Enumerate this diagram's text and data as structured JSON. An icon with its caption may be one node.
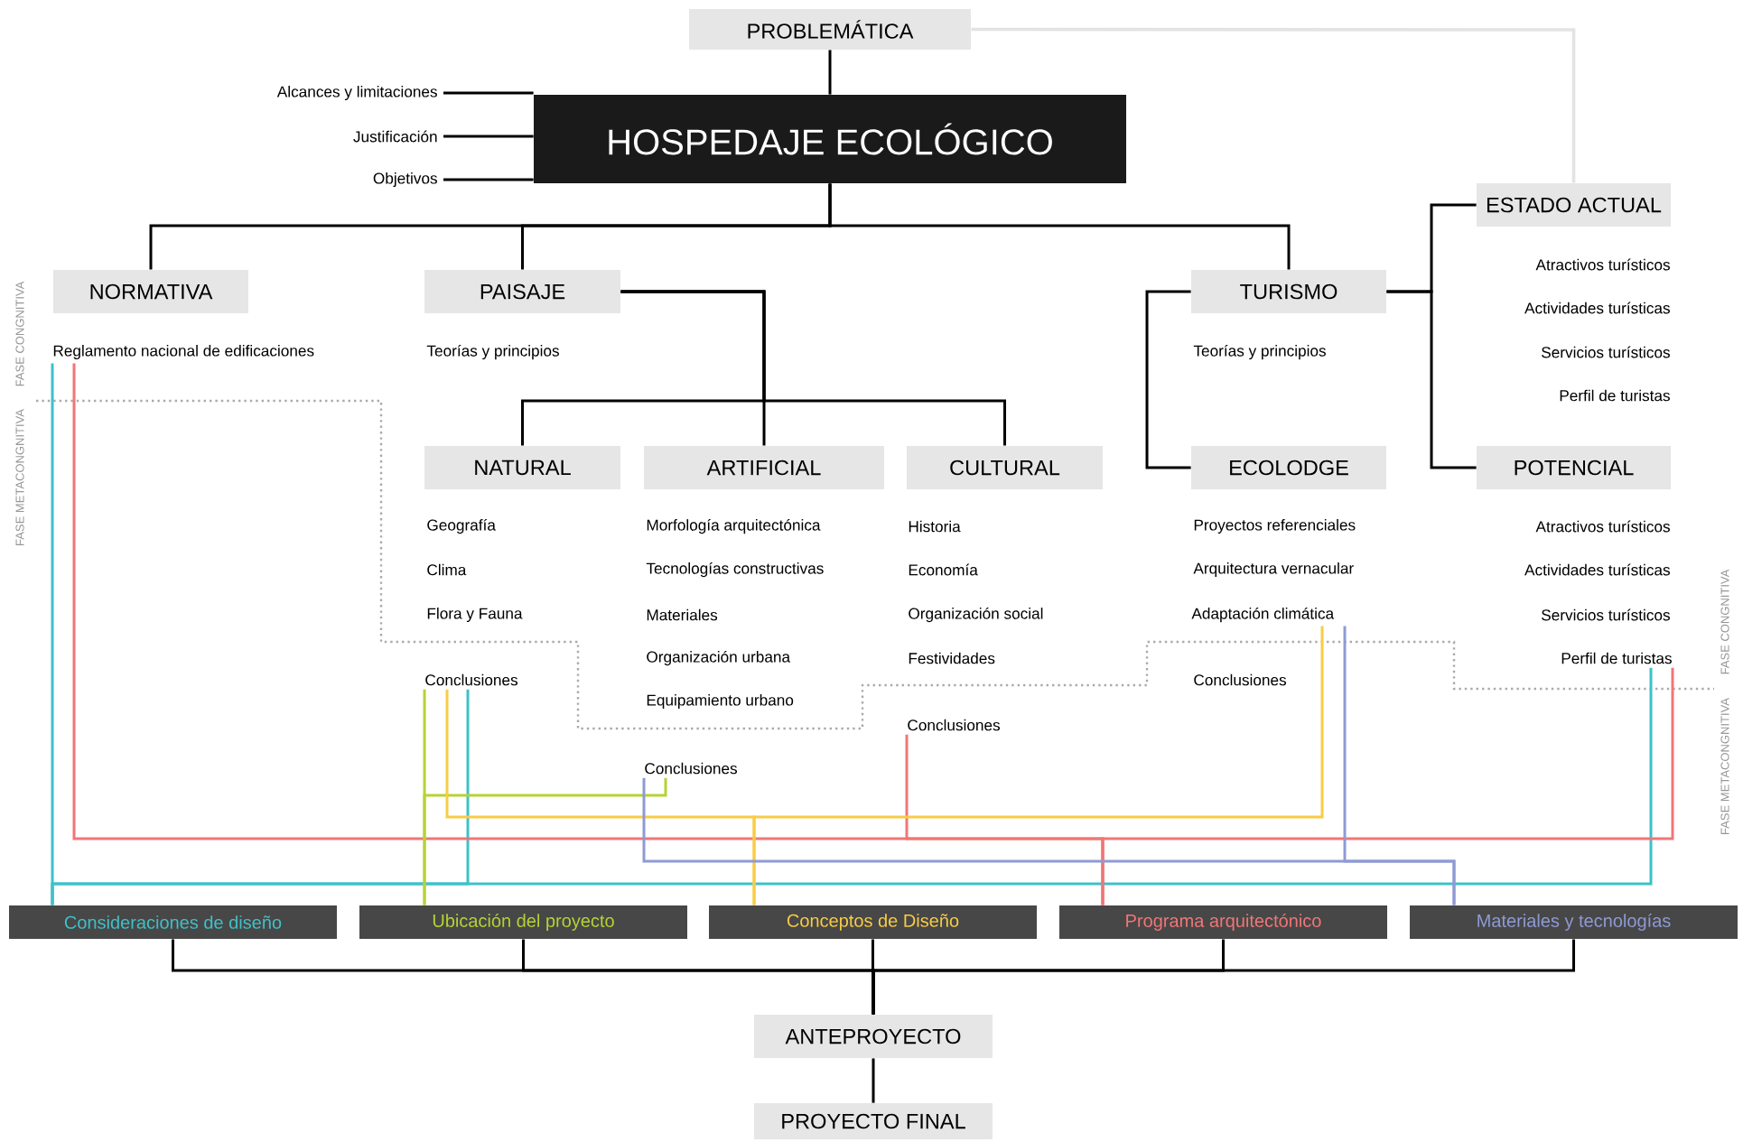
{
  "diagram": {
    "nodes": [
      {
        "text": [
          "PROBLEMÁTICA"
        ]
      },
      {
        "text": [
          "Alcances y limitaciones"
        ]
      },
      {
        "text": [
          "Justificación"
        ]
      },
      {
        "text": [
          "Objetivos"
        ]
      },
      {
        "text": [
          "HOSPEDAJE ECOLÓGICO"
        ]
      },
      {
        "text": [
          "ESTADO ACTUAL"
        ]
      },
      {
        "text": [
          "NORMATIVA"
        ]
      },
      {
        "text": [
          "PAISAJE"
        ]
      },
      {
        "text": [
          "TURISMO"
        ]
      },
      {
        "text": [
          "Reglamento nacional de edificaciones"
        ]
      },
      {
        "text": [
          "NATURAL"
        ]
      },
      {
        "text": [
          "ARTIFICIAL"
        ]
      },
      {
        "text": [
          "CULTURAL"
        ]
      },
      {
        "text": [
          "ECOLODGE"
        ]
      },
      {
        "text": [
          "POTENCIAL"
        ]
      },
      {
        "text": [
          "Adaptación climática"
        ]
      },
      {
        "text": [
          "Perfil de turistas"
        ]
      },
      {
        "text": [
          "Conclusiones"
        ]
      },
      {
        "text": [
          "Conclusiones"
        ]
      },
      {
        "text": [
          "Conclusiones"
        ]
      },
      {
        "text": [
          "Consideraciones de diseño"
        ]
      },
      {
        "text": [
          "Ubicación del proyecto"
        ]
      },
      {
        "text": [
          "Conceptos de Diseño"
        ]
      },
      {
        "text": [
          "Programa arquitectónico"
        ]
      },
      {
        "text": [
          "Materiales y tecnologías"
        ]
      },
      {
        "text": [
          "ANTEPROYECTO"
        ]
      },
      {
        "text": [
          "PROYECTO FINAL"
        ]
      }
    ],
    "edges": [
      {
        "from": 0,
        "to": 4,
        "arrow": "none"
      },
      {
        "from": 1,
        "to": 4,
        "arrow": "none"
      },
      {
        "from": 2,
        "to": 4,
        "arrow": "none"
      },
      {
        "from": 3,
        "to": 4,
        "arrow": "none"
      },
      {
        "from": 4,
        "to": 6,
        "arrow": "none"
      },
      {
        "from": 4,
        "to": 7,
        "arrow": "none"
      },
      {
        "from": 4,
        "to": 8,
        "arrow": "none"
      },
      {
        "from": 0,
        "to": 5,
        "arrow": "none",
        "color": "#e3e3e3"
      },
      {
        "from": 8,
        "to": 5,
        "arrow": "none"
      },
      {
        "from": 8,
        "to": 14,
        "arrow": "none"
      },
      {
        "from": 8,
        "to": 13,
        "arrow": "none"
      },
      {
        "from": 7,
        "to": 10,
        "arrow": "none"
      },
      {
        "from": 7,
        "to": 11,
        "arrow": "none"
      },
      {
        "from": 7,
        "to": 12,
        "arrow": "none"
      },
      {
        "from": 9,
        "to": 20,
        "arrow": "none",
        "color": "#3ec1c9"
      },
      {
        "from": 17,
        "to": 20,
        "arrow": "none",
        "color": "#3ec1c9"
      },
      {
        "from": 16,
        "to": 20,
        "arrow": "none",
        "color": "#3ec1c9"
      },
      {
        "from": 9,
        "to": 23,
        "arrow": "none",
        "color": "#f07677"
      },
      {
        "from": 18,
        "to": 23,
        "arrow": "none",
        "color": "#f07677"
      },
      {
        "from": 16,
        "to": 23,
        "arrow": "none",
        "color": "#f07677"
      },
      {
        "from": 17,
        "to": 21,
        "arrow": "none",
        "color": "#b5d334"
      },
      {
        "from": 19,
        "to": 21,
        "arrow": "none",
        "color": "#b5d334"
      },
      {
        "from": 17,
        "to": 22,
        "arrow": "none",
        "color": "#f9cc45"
      },
      {
        "from": 15,
        "to": 22,
        "arrow": "none",
        "color": "#f9cc45"
      },
      {
        "from": 19,
        "to": 24,
        "arrow": "none",
        "color": "#8f9ad4"
      },
      {
        "from": 15,
        "to": 24,
        "arrow": "none",
        "color": "#8f9ad4"
      },
      {
        "from": 20,
        "to": 25,
        "arrow": "none"
      },
      {
        "from": 21,
        "to": 25,
        "arrow": "none"
      },
      {
        "from": 22,
        "to": 25,
        "arrow": "none"
      },
      {
        "from": 23,
        "to": 25,
        "arrow": "none"
      },
      {
        "from": 24,
        "to": 25,
        "arrow": "none"
      },
      {
        "from": 25,
        "to": 26,
        "arrow": "none"
      }
    ],
    "labels": [
      "Atractivos turísticos",
      "Actividades turísticas",
      "Servicios turísticos",
      "Perfil de turistas",
      "Teorías y principios",
      "Teorías y principios",
      "Geografía",
      "Morfología arquitectónica",
      "Historia",
      "Proyectos referenciales",
      "Atractivos turísticos",
      "Clima",
      "Tecnologías constructivas",
      "Economía",
      "Arquitectura vernacular",
      "Actividades turísticas",
      "Flora y Fauna",
      "Materiales",
      "Organización social",
      "Servicios turísticos",
      "Organización urbana",
      "Festividades",
      "Conclusiones",
      "Equipamiento urbano",
      "FASE CONGNITIVA",
      "FASE METACONGNITIVA",
      "FASE CONGNITIVA",
      "FASE METACONGNITIVA"
    ]
  }
}
